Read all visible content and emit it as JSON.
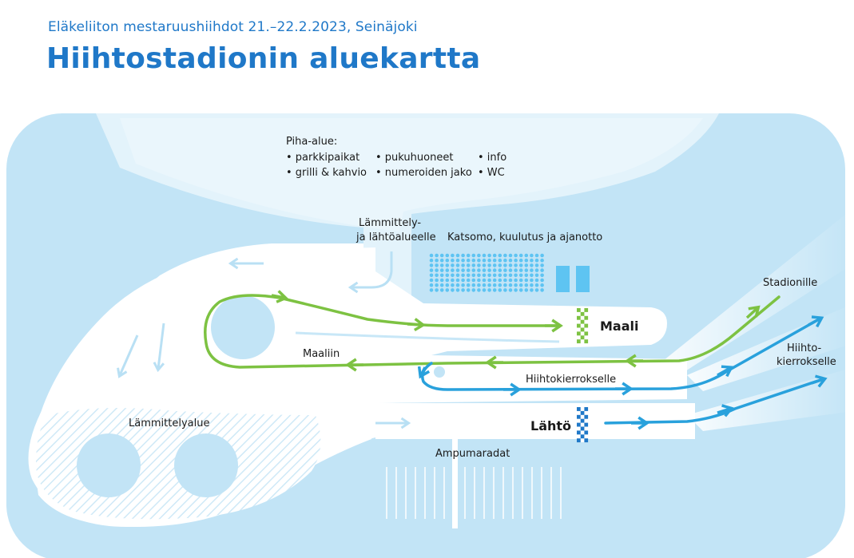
{
  "header": {
    "event": "Eläkeliiton mestaruushiihdot 21.–22.2.2023, Seinäjoki",
    "title": "Hiihtostadionin aluekartta"
  },
  "map": {
    "yard": {
      "heading": "Piha-alue:",
      "col1": [
        "• parkkipaikat",
        "• grilli & kahvio"
      ],
      "col2": [
        "• pukuhuoneet",
        "• numeroiden jako"
      ],
      "col3": [
        "• info",
        "• WC"
      ]
    },
    "warmup_start": [
      "Lämmittely-",
      "ja lähtöalueelle"
    ],
    "stands": "Katsomo, kuulutus ja ajanotto",
    "finish": "Maali",
    "start": "Lähtö",
    "to_finish": "Maaliin",
    "to_trails": "Hiihtokierrokselle",
    "to_stadium": "Stadionille",
    "trail_loops": [
      "Hiihto-",
      "kierrokselle"
    ],
    "warmup_area": "Lämmittelyalue",
    "shooting": "Ampumaradat"
  },
  "colors": {
    "brand_blue": "#1f78c8",
    "field": "#c2e4f6",
    "green_route": "#7dc242",
    "blue_route": "#29a1dc",
    "pale_arrow": "#b9e0f4"
  }
}
